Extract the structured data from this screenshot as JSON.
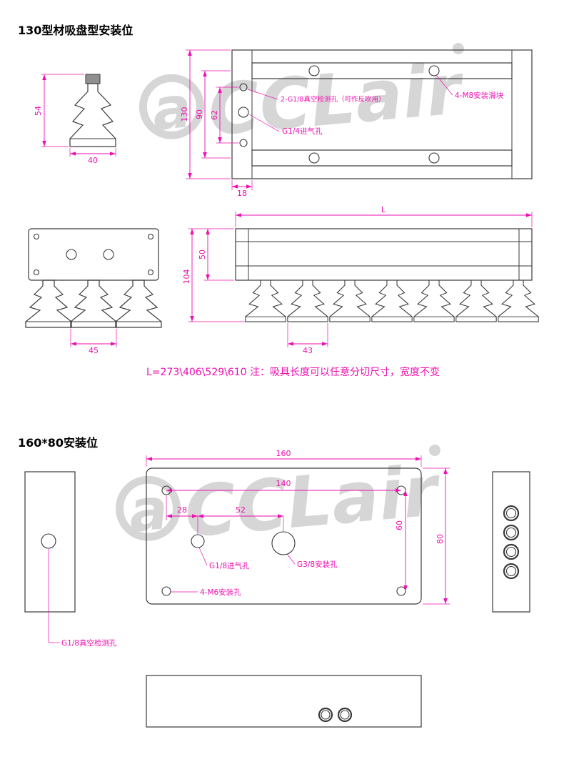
{
  "colors": {
    "dim": "#ee0fb0",
    "line": "#3a3a3a",
    "water": "#d6d6d6"
  },
  "watermark": {
    "a": "a",
    "text": "CCLair"
  },
  "s130": {
    "title": "130型材吸盘型安装位",
    "dim_cup_height": "54",
    "dim_cup_width": "40",
    "dim_frame_height": "130",
    "dim_rail_pitch": "90",
    "dim_hole_pitch": "62",
    "dim_plate_width": "18",
    "label_vacuum": "2-G1/8真空检测孔（可作反吹用）",
    "label_inlet": "G1/4进气孔",
    "label_slider": "4-M8安装滑块",
    "dim_length": "L",
    "dim_body_height": "50",
    "dim_total_height": "104",
    "dim_cup_front": "45",
    "dim_cup_side": "43",
    "note": "L=273\\406\\529\\610 注：吸具长度可以任意分切尺寸，宽度不变"
  },
  "s160": {
    "title": "160*80安装位",
    "dim_width": "160",
    "dim_hole_span_x": "140",
    "dim_height": "80",
    "dim_hole_span_y": "60",
    "dim_inlet_x": "28",
    "dim_mount_x": "52",
    "label_vacuum": "G1/8真空检测孔",
    "label_inlet": "G1/8进气孔",
    "label_mount": "G3/8安装孔",
    "label_m6": "4-M6安装孔"
  }
}
